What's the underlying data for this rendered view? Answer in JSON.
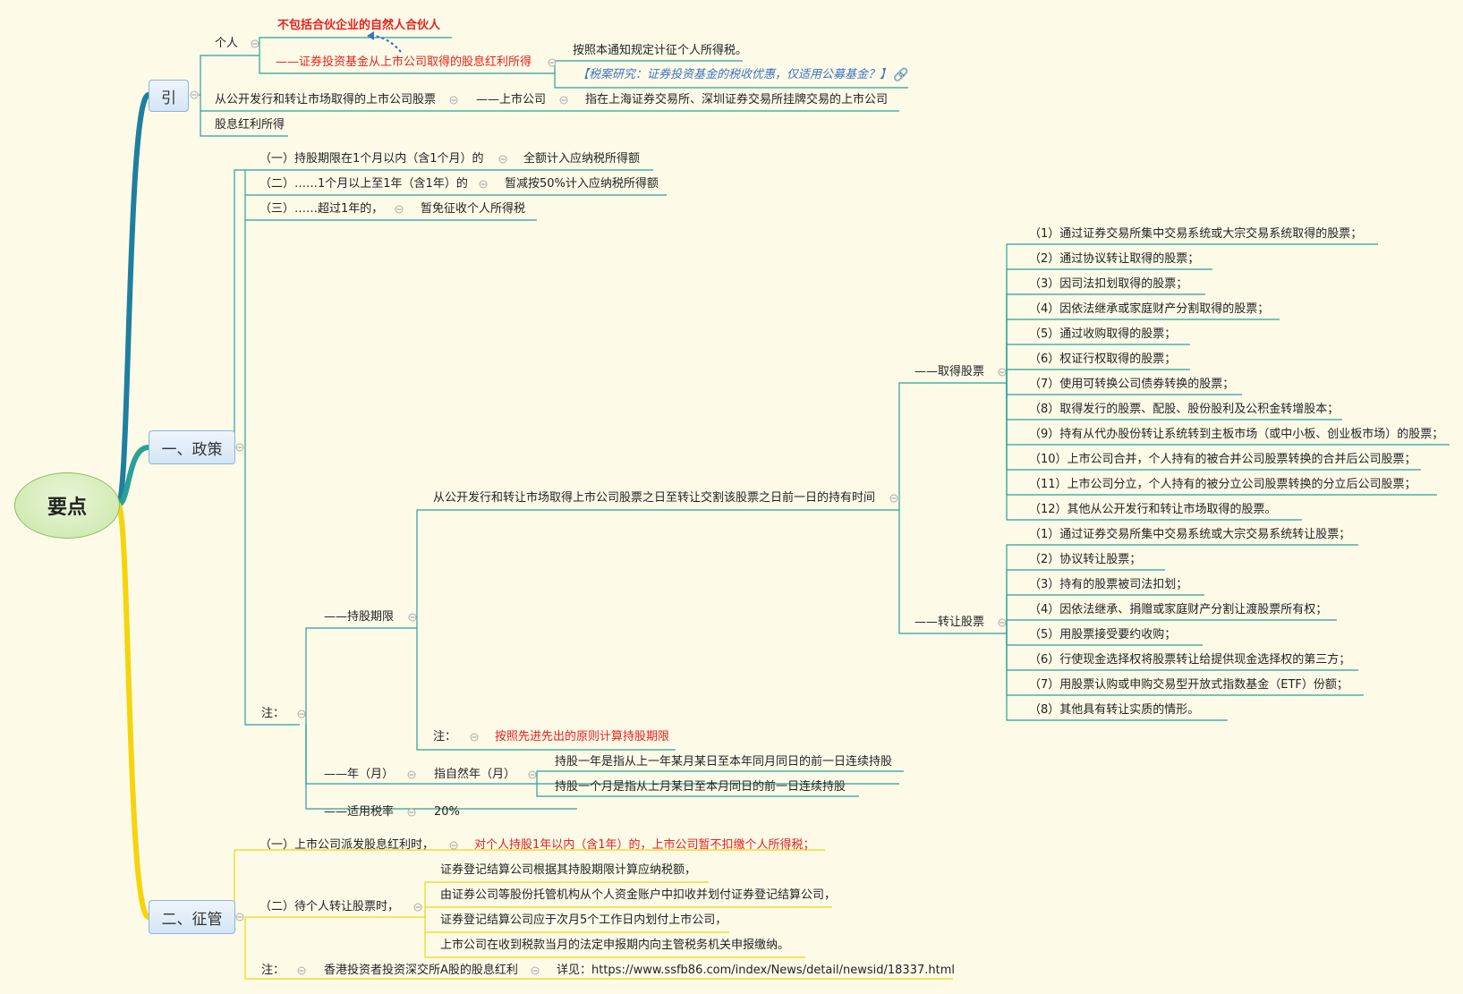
{
  "root": "要点",
  "branches": {
    "yin": "引",
    "policy": "一、政策",
    "admin": "二、征管"
  },
  "yin": {
    "individual": "个人",
    "individual_note": "不包括合伙企业的自然人合伙人",
    "fund_income": "——证券投资基金从上市公司取得的股息红利所得",
    "fund_tax": "按照本通知规定计征个人所得税。",
    "fund_research": "【税案研究：证券投资基金的税收优惠，仅适用公募基金？】",
    "market_stock": "从公开发行和转让市场取得的上市公司股票",
    "listed_company": "——上市公司",
    "listed_def": "指在上海证券交易所、深圳证券交易所挂牌交易的上市公司",
    "dividend": "股息红利所得"
  },
  "policy": {
    "items": [
      {
        "label": "（一）持股期限在1个月以内（含1个月）的",
        "value": "全额计入应纳税所得额"
      },
      {
        "label": "（二）……1个月以上至1年（含1年）的",
        "value": "暂减按50%计入应纳税所得额"
      },
      {
        "label": "（三）……超过1年的，",
        "value": "暂免征收个人所得税"
      }
    ],
    "note": "注：",
    "holding_period": "——持股期限",
    "holding_def": "从公开发行和转让市场取得上市公司股票之日至转让交割该股票之日前一日的持有时间",
    "acquire": "——取得股票",
    "acquire_items": [
      "（1）通过证券交易所集中交易系统或大宗交易系统取得的股票；",
      "（2）通过协议转让取得的股票；",
      "（3）因司法扣划取得的股票；",
      "（4）因依法继承或家庭财产分割取得的股票；",
      "（5）通过收购取得的股票；",
      "（6）权证行权取得的股票；",
      "（7）使用可转换公司债券转换的股票；",
      "（8）取得发行的股票、配股、股份股利及公积金转增股本；",
      "（9）持有从代办股份转让系统转到主板市场（或中小板、创业板市场）的股票；",
      "（10）上市公司合并，个人持有的被合并公司股票转换的合并后公司股票；",
      "（11）上市公司分立，个人持有的被分立公司股票转换的分立后公司股票；",
      "（12）其他从公开发行和转让市场取得的股票。"
    ],
    "transfer": "——转让股票",
    "transfer_items": [
      "（1）通过证券交易所集中交易系统或大宗交易系统转让股票；",
      "（2）协议转让股票；",
      "（3）持有的股票被司法扣划；",
      "（4）因依法继承、捐赠或家庭财产分割让渡股票所有权；",
      "（5）用股票接受要约收购；",
      "（6）行使现金选择权将股票转让给提供现金选择权的第三方；",
      "（7）用股票认购或申购交易型开放式指数基金（ETF）份额；",
      "（8）其他具有转让实质的情形。"
    ],
    "fifo_note": "注：",
    "fifo": "按照先进先出的原则计算持股期限",
    "year_month": "——年（月）",
    "natural": "指自然年（月）",
    "one_year": "持股一年是指从上一年某月某日至本年同月同日的前一日连续持股",
    "one_month": "持股一个月是指从上月某日至本月同日的前一日连续持股",
    "rate_label": "——适用税率",
    "rate": "20%"
  },
  "admin": {
    "item1": "（一）上市公司派发股息红利时，",
    "item1_value": "对个人持股1年以内（含1年）的，上市公司暂不扣缴个人所得税；",
    "item2": "（二）待个人转让股票时，",
    "item2_steps": [
      "证券登记结算公司根据其持股期限计算应纳税额，",
      "由证券公司等股份托管机构从个人资金账户中扣收并划付证券登记结算公司，",
      "证券登记结算公司应于次月5个工作日内划付上市公司，",
      "上市公司在收到税款当月的法定申报期内向主管税务机关申报缴纳。"
    ],
    "note": "注：",
    "hk": "香港投资者投资深交所A股的股息红利",
    "detail": "详见：https://www.ssfb86.com/index/News/detail/newsid/18337.html"
  },
  "colors": {
    "teal": "#2aa198",
    "blue_line": "#1e7fa0",
    "yellow": "#f5d40b",
    "red": "#e8201c",
    "link": "#3a73c4"
  },
  "icons": [
    "collapse-toggle-icon",
    "link-icon",
    "dotted-arrow-icon"
  ]
}
